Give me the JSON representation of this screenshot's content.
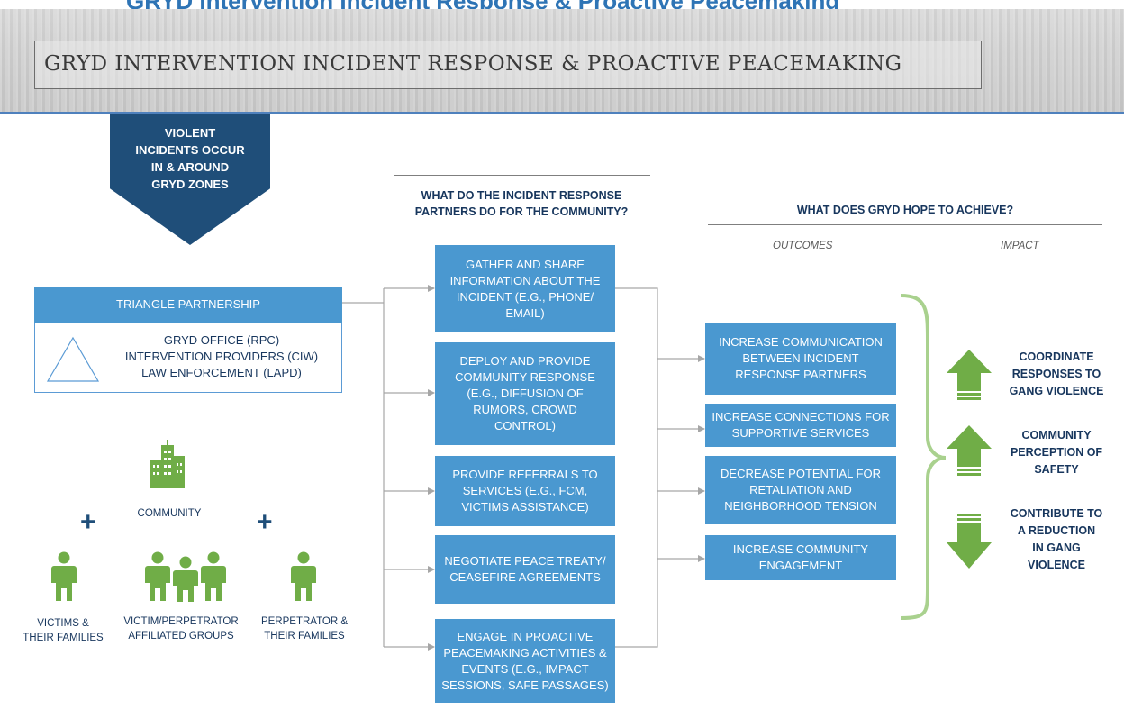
{
  "header": {
    "cropped_top_text": "GRYD Intervention Incident Response & Proactive Peacemaking",
    "title": "GRYD INTERVENTION INCIDENT RESPONSE & PROACTIVE PEACEMAKING"
  },
  "trigger": {
    "text": "VIOLENT\nINCIDENTS OCCUR\nIN  & AROUND\nGRYD ZONES"
  },
  "triangle_partnership": {
    "title": "TRIANGLE PARTNERSHIP",
    "members": "GRYD OFFICE (RPC)\nINTERVENTION PROVIDERS (CIW)\nLAW ENFORCEMENT (LAPD)"
  },
  "community": {
    "label": "COMMUNITY",
    "groups": [
      {
        "label": "VICTIMS &\nTHEIR FAMILIES"
      },
      {
        "label": "VICTIM/PERPETRATOR\nAFFILIATED GROUPS"
      },
      {
        "label": "PERPETRATOR &\nTHEIR FAMILIES"
      }
    ],
    "plus": "+"
  },
  "activities": {
    "heading": "WHAT DO THE INCIDENT RESPONSE\nPARTNERS DO FOR THE COMMUNITY?",
    "items": [
      "GATHER AND SHARE\nINFORMATION ABOUT THE\nINCIDENT (E.G., PHONE/\nEMAIL)",
      "DEPLOY AND PROVIDE\nCOMMUNITY RESPONSE\n(E.G., DIFFUSION OF\nRUMORS, CROWD\nCONTROL)",
      "PROVIDE REFERRALS TO\nSERVICES (E.G., FCM,\nVICTIMS ASSISTANCE)",
      "NEGOTIATE PEACE TREATY/\nCEASEFIRE AGREEMENTS",
      "ENGAGE IN PROACTIVE\nPEACEMAKING ACTIVITIES &\nEVENTS (E.G., IMPACT\nSESSIONS, SAFE PASSAGES)"
    ]
  },
  "goals": {
    "heading": "WHAT DOES GRYD HOPE TO ACHIEVE?",
    "outcomes_label": "OUTCOMES",
    "impact_label": "IMPACT",
    "outcomes": [
      "INCREASE COMMUNICATION\nBETWEEN INCIDENT\nRESPONSE PARTNERS",
      "INCREASE CONNECTIONS FOR\nSUPPORTIVE SERVICES",
      "DECREASE POTENTIAL FOR\nRETALIATION AND\nNEIGHBORHOOD TENSION",
      "INCREASE COMMUNITY\nENGAGEMENT"
    ],
    "impacts": [
      {
        "text": "COORDINATE\nRESPONSES TO\nGANG VIOLENCE",
        "direction": "up"
      },
      {
        "text": "COMMUNITY\nPERCEPTION OF\nSAFETY",
        "direction": "up"
      },
      {
        "text": "CONTRIBUTE TO\nA REDUCTION\nIN GANG\nVIOLENCE",
        "direction": "down"
      }
    ]
  },
  "colors": {
    "navy": "#1f4e79",
    "box_blue": "#4a98d0",
    "green": "#70ad47",
    "light_green": "#a9d18e",
    "text_dark": "#17365d"
  }
}
